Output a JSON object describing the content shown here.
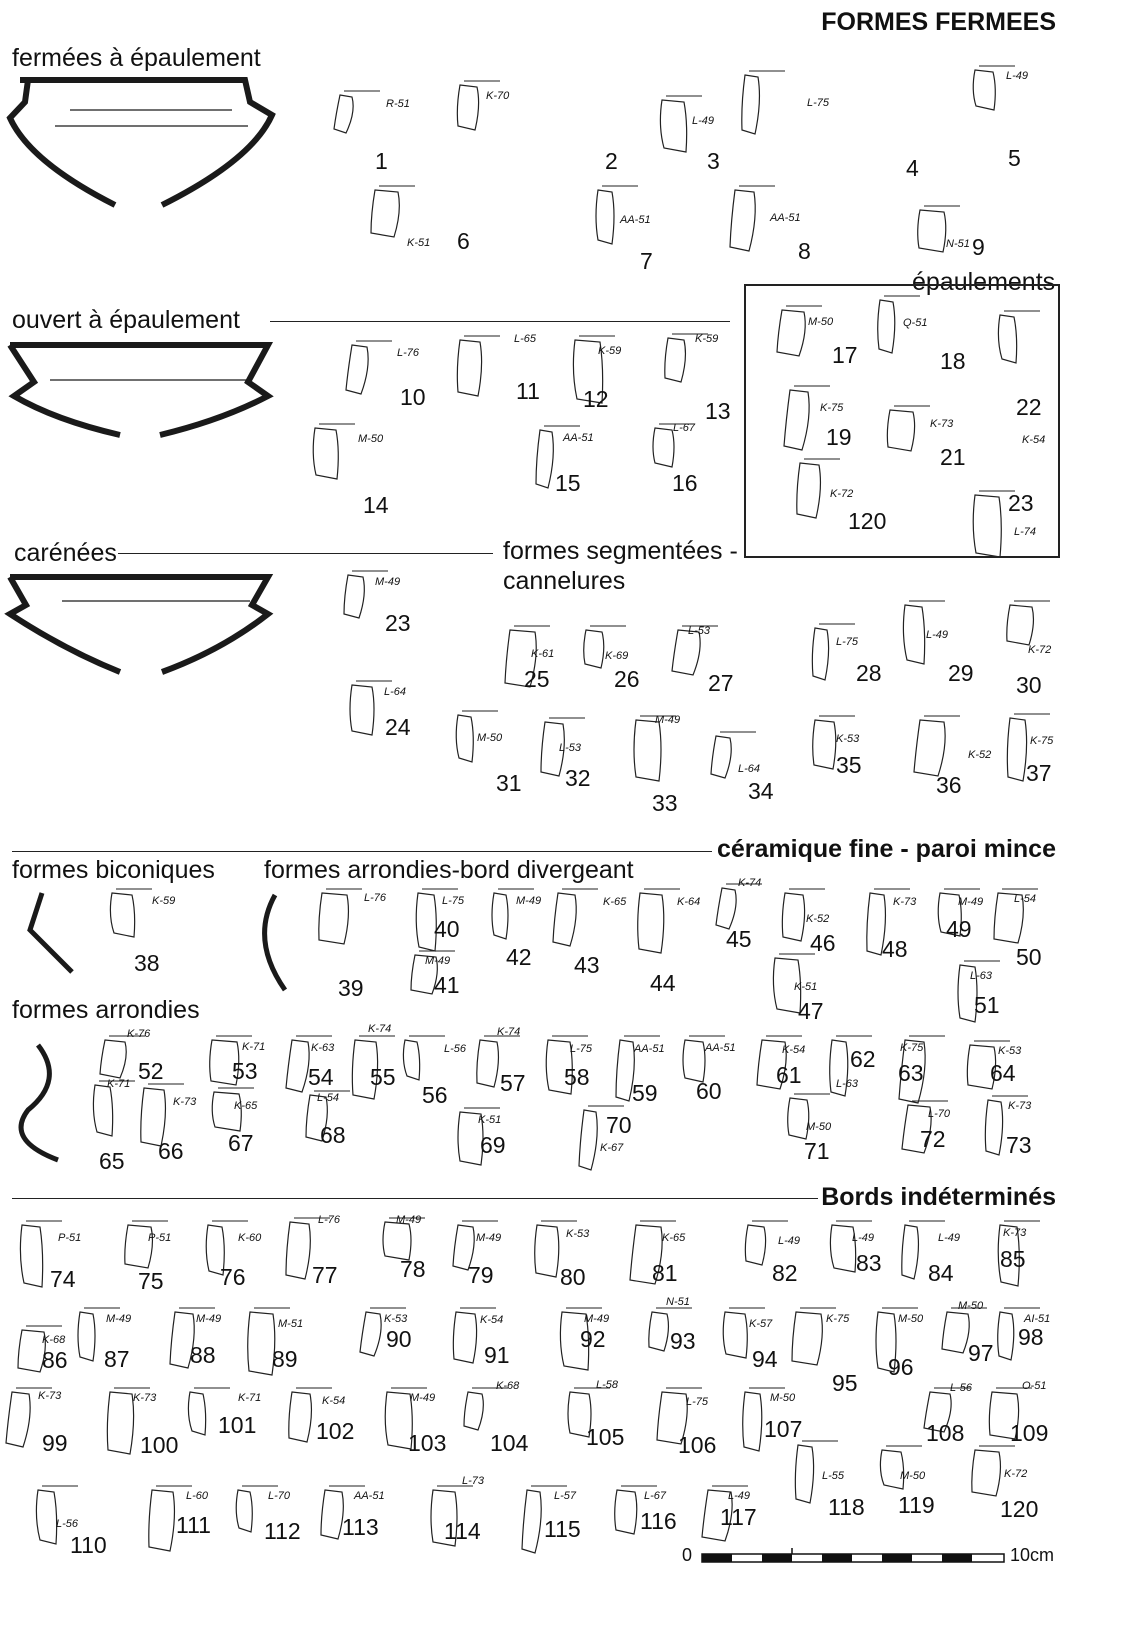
{
  "headings": {
    "formes_fermees": "FORMES FERMEES",
    "fermees_epaulement": "fermées à épaulement",
    "ouvert_epaulement": "ouvert à épaulement",
    "epaulements": "épaulements",
    "carenees": "carénées",
    "segmentees_1": "formes segmentées -",
    "segmentees_2": "cannelures",
    "ceramique_fine": "céramique fine - paroi mince",
    "biconiques": "formes biconiques",
    "arrondies_bord_divergeant": "formes arrondies-bord divergeant",
    "arrondies": "formes arrondies",
    "bords_indetermines": "Bords indéterminés"
  },
  "scale_bar": {
    "start": "0",
    "end": "10cm"
  },
  "fragments": [
    {
      "n": "1",
      "code": "R-51"
    },
    {
      "n": "2",
      "code": "K-70"
    },
    {
      "n": "3",
      "code": "L-49"
    },
    {
      "n": "4",
      "code": "L-75"
    },
    {
      "n": "5",
      "code": "L-49"
    },
    {
      "n": "6",
      "code": "K-51"
    },
    {
      "n": "7",
      "code": "AA-51"
    },
    {
      "n": "8",
      "code": "AA-51"
    },
    {
      "n": "9",
      "code": "N-51"
    },
    {
      "n": "10",
      "code": "L-76"
    },
    {
      "n": "11",
      "code": "L-65"
    },
    {
      "n": "12",
      "code": "K-59"
    },
    {
      "n": "13",
      "code": "K-59"
    },
    {
      "n": "14",
      "code": "M-50"
    },
    {
      "n": "15",
      "code": "AA-51"
    },
    {
      "n": "16",
      "code": "L-67"
    },
    {
      "n": "17",
      "code": "M-50"
    },
    {
      "n": "18",
      "code": "Q-51"
    },
    {
      "n": "19",
      "code": "K-75"
    },
    {
      "n": "21",
      "code": "K-73"
    },
    {
      "n": "22",
      "code": "K-54"
    },
    {
      "n": "120",
      "code": "K-72"
    },
    {
      "n": "23",
      "code": "L-74"
    },
    {
      "n": "23",
      "code": "M-49"
    },
    {
      "n": "24",
      "code": "L-64"
    },
    {
      "n": "25",
      "code": "K-61"
    },
    {
      "n": "26",
      "code": "K-69"
    },
    {
      "n": "27",
      "code": "L-53"
    },
    {
      "n": "28",
      "code": "L-75"
    },
    {
      "n": "29",
      "code": "L-49"
    },
    {
      "n": "30",
      "code": "K-72"
    },
    {
      "n": "31",
      "code": "M-50"
    },
    {
      "n": "32",
      "code": "L-53"
    },
    {
      "n": "33",
      "code": "M-49"
    },
    {
      "n": "34",
      "code": "L-64"
    },
    {
      "n": "35",
      "code": "K-53"
    },
    {
      "n": "36",
      "code": "K-52"
    },
    {
      "n": "37",
      "code": "K-75"
    },
    {
      "n": "38",
      "code": "K-59"
    },
    {
      "n": "39",
      "code": "L-76"
    },
    {
      "n": "40",
      "code": "L-75"
    },
    {
      "n": "41",
      "code": "M-49"
    },
    {
      "n": "42",
      "code": "M-49"
    },
    {
      "n": "43",
      "code": "K-65"
    },
    {
      "n": "44",
      "code": "K-64"
    },
    {
      "n": "45",
      "code": "K-74"
    },
    {
      "n": "46",
      "code": "K-52"
    },
    {
      "n": "47",
      "code": "K-51"
    },
    {
      "n": "48",
      "code": "K-73"
    },
    {
      "n": "49",
      "code": "M-49"
    },
    {
      "n": "50",
      "code": "L-54"
    },
    {
      "n": "51",
      "code": "L-63"
    },
    {
      "n": "52",
      "code": "K-76"
    },
    {
      "n": "53",
      "code": "K-71"
    },
    {
      "n": "54",
      "code": "K-63"
    },
    {
      "n": "55",
      "code": "K-74"
    },
    {
      "n": "56",
      "code": "L-56"
    },
    {
      "n": "57",
      "code": "K-74"
    },
    {
      "n": "58",
      "code": "L-75"
    },
    {
      "n": "59",
      "code": "AA-51"
    },
    {
      "n": "60",
      "code": "AA-51"
    },
    {
      "n": "61",
      "code": "K-54"
    },
    {
      "n": "62",
      "code": "L-63"
    },
    {
      "n": "63",
      "code": "K-75"
    },
    {
      "n": "64",
      "code": "K-53"
    },
    {
      "n": "65",
      "code": "K-71"
    },
    {
      "n": "66",
      "code": "K-73"
    },
    {
      "n": "67",
      "code": "K-65"
    },
    {
      "n": "68",
      "code": "L-54"
    },
    {
      "n": "69",
      "code": "K-51"
    },
    {
      "n": "70",
      "code": "K-67"
    },
    {
      "n": "71",
      "code": "M-50"
    },
    {
      "n": "72",
      "code": "L-70"
    },
    {
      "n": "73",
      "code": "K-73"
    },
    {
      "n": "74",
      "code": "P-51"
    },
    {
      "n": "75",
      "code": "P-51"
    },
    {
      "n": "76",
      "code": "K-60"
    },
    {
      "n": "77",
      "code": "L-76"
    },
    {
      "n": "78",
      "code": "M-49"
    },
    {
      "n": "79",
      "code": "M-49"
    },
    {
      "n": "80",
      "code": "K-53"
    },
    {
      "n": "81",
      "code": "K-65"
    },
    {
      "n": "82",
      "code": "L-49"
    },
    {
      "n": "83",
      "code": "L-49"
    },
    {
      "n": "84",
      "code": "L-49"
    },
    {
      "n": "85",
      "code": "K-73"
    },
    {
      "n": "86",
      "code": "K-68"
    },
    {
      "n": "87",
      "code": "M-49"
    },
    {
      "n": "88",
      "code": "M-49"
    },
    {
      "n": "89",
      "code": "M-51"
    },
    {
      "n": "90",
      "code": "K-53"
    },
    {
      "n": "91",
      "code": "K-54"
    },
    {
      "n": "92",
      "code": "M-49"
    },
    {
      "n": "93",
      "code": "N-51"
    },
    {
      "n": "94",
      "code": "K-57"
    },
    {
      "n": "95",
      "code": "K-75"
    },
    {
      "n": "96",
      "code": "M-50"
    },
    {
      "n": "97",
      "code": "M-50"
    },
    {
      "n": "98",
      "code": "AI-51"
    },
    {
      "n": "99",
      "code": "K-73"
    },
    {
      "n": "100",
      "code": "K-73"
    },
    {
      "n": "101",
      "code": "K-71"
    },
    {
      "n": "102",
      "code": "K-54"
    },
    {
      "n": "103",
      "code": "M-49"
    },
    {
      "n": "104",
      "code": "K-68"
    },
    {
      "n": "105",
      "code": "L-58"
    },
    {
      "n": "106",
      "code": "L-75"
    },
    {
      "n": "107",
      "code": "M-50"
    },
    {
      "n": "108",
      "code": "L-56"
    },
    {
      "n": "109",
      "code": "O-51"
    },
    {
      "n": "110",
      "code": "L-56"
    },
    {
      "n": "111",
      "code": "L-60"
    },
    {
      "n": "112",
      "code": "L-70"
    },
    {
      "n": "113",
      "code": "AA-51"
    },
    {
      "n": "114",
      "code": "L-73"
    },
    {
      "n": "115",
      "code": "L-57"
    },
    {
      "n": "116",
      "code": "L-67"
    },
    {
      "n": "117",
      "code": "L-49"
    },
    {
      "n": "118",
      "code": "L-55"
    },
    {
      "n": "119",
      "code": "M-50"
    },
    {
      "n": "120",
      "code": "K-72"
    }
  ]
}
